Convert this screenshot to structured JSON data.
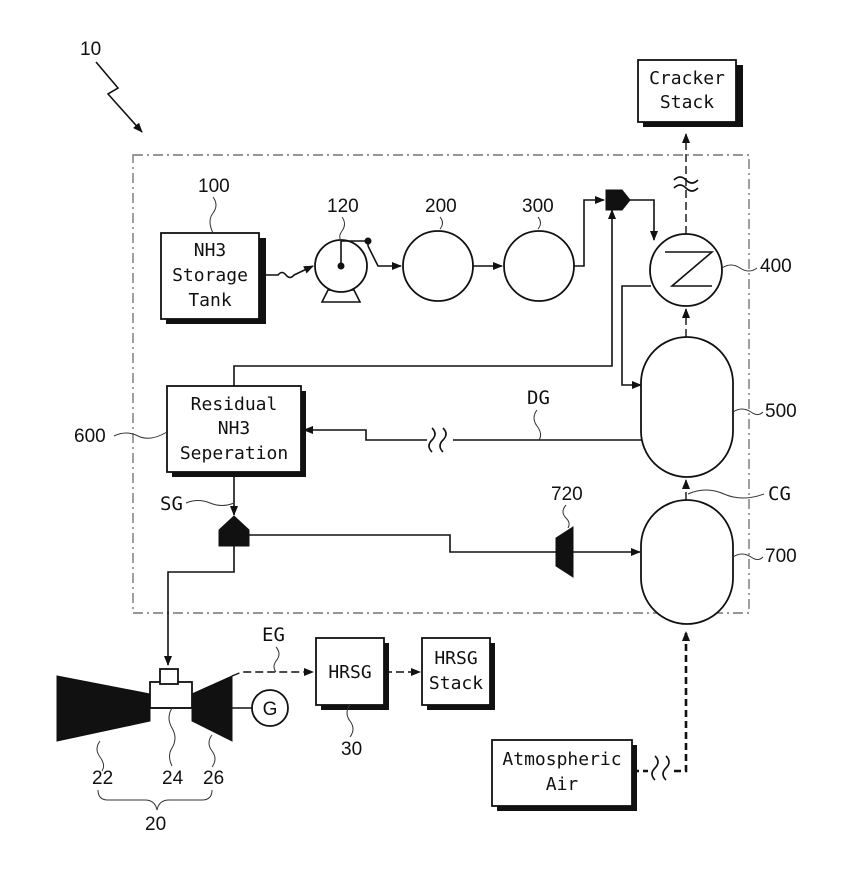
{
  "labels": {
    "system": "10",
    "cracker_stack": [
      "Cracker",
      "Stack"
    ],
    "nh3_tank": [
      "NH3",
      "Storage",
      "Tank"
    ],
    "residual": [
      "Residual",
      "NH3",
      "Seperation"
    ],
    "hrsg": "HRSG",
    "hrsg_stack": [
      "HRSG",
      "Stack"
    ],
    "atmospheric_air": [
      "Atmospheric",
      "Air"
    ],
    "generator": "G",
    "dg": "DG",
    "cg": "CG",
    "sg": "SG",
    "eg": "EG"
  },
  "refs": {
    "r100": "100",
    "r120": "120",
    "r200": "200",
    "r300": "300",
    "r400": "400",
    "r500": "500",
    "r600": "600",
    "r700": "700",
    "r720": "720",
    "r20": "20",
    "r22": "22",
    "r24": "24",
    "r26": "26",
    "r30": "30"
  }
}
